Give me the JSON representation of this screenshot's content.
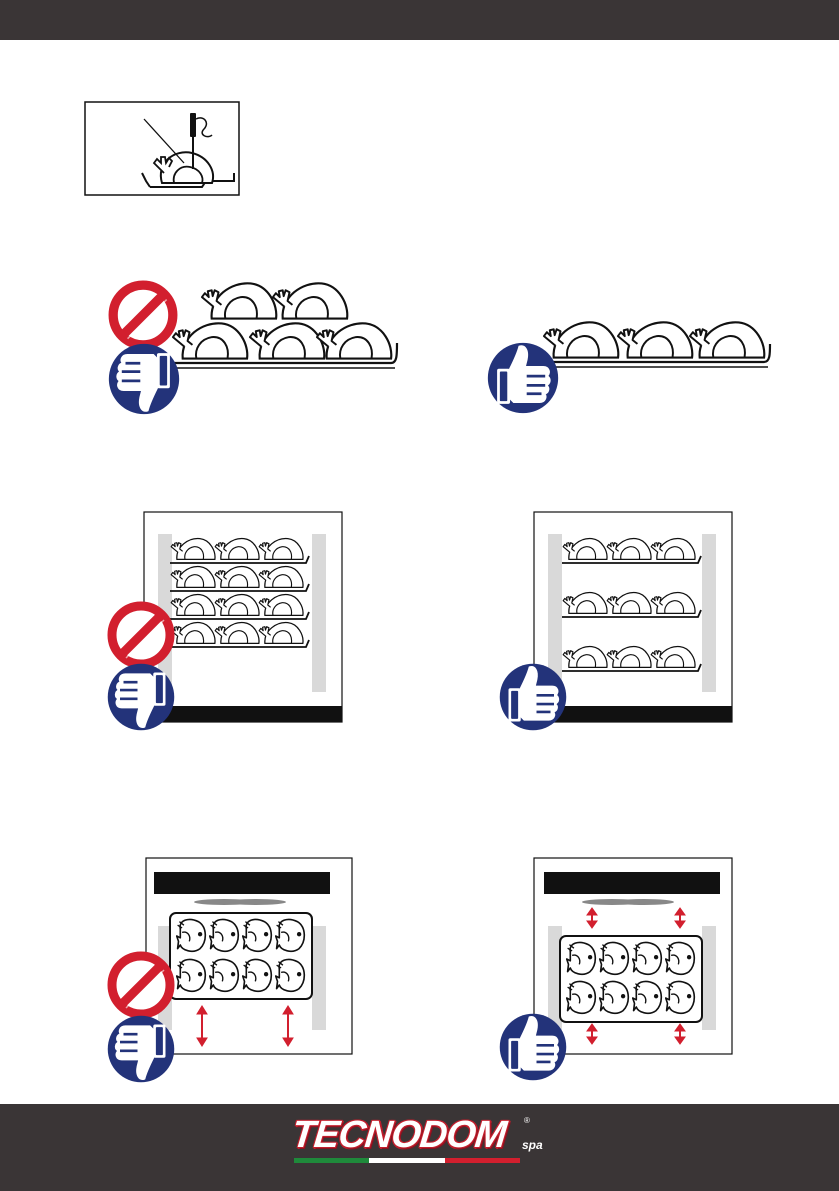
{
  "colors": {
    "header_band": "#3a3536",
    "footer_band": "#3a3536",
    "prohibit_red": "#d21f2e",
    "thumb_blue": "#23337a",
    "arrow_red": "#d21f2e",
    "shelf_gray": "#d9d9d9"
  },
  "footer": {
    "logo": {
      "brand": "TECNODOM",
      "suffix": "spa",
      "registered_mark": "®"
    }
  },
  "figures": [
    {
      "name": "core-probe-in-meat",
      "icon": "probe-icon"
    },
    {
      "name": "stacked-chickens-in-tray",
      "verdict": "wrong",
      "icons": [
        "prohibited-icon",
        "thumbs-down-icon"
      ]
    },
    {
      "name": "single-layer-chickens-in-tray",
      "verdict": "correct",
      "icons": [
        "thumbs-up-icon"
      ]
    },
    {
      "name": "oven-racks-crowded",
      "verdict": "wrong",
      "icons": [
        "prohibited-icon",
        "thumbs-down-icon"
      ]
    },
    {
      "name": "oven-racks-spaced",
      "verdict": "correct",
      "icons": [
        "thumbs-up-icon"
      ]
    },
    {
      "name": "fish-tray-low-position",
      "verdict": "wrong",
      "icons": [
        "prohibited-icon",
        "thumbs-down-icon",
        "double-arrow-icon"
      ]
    },
    {
      "name": "fish-tray-centered",
      "verdict": "correct",
      "icons": [
        "thumbs-up-icon",
        "double-arrow-icon"
      ]
    }
  ]
}
